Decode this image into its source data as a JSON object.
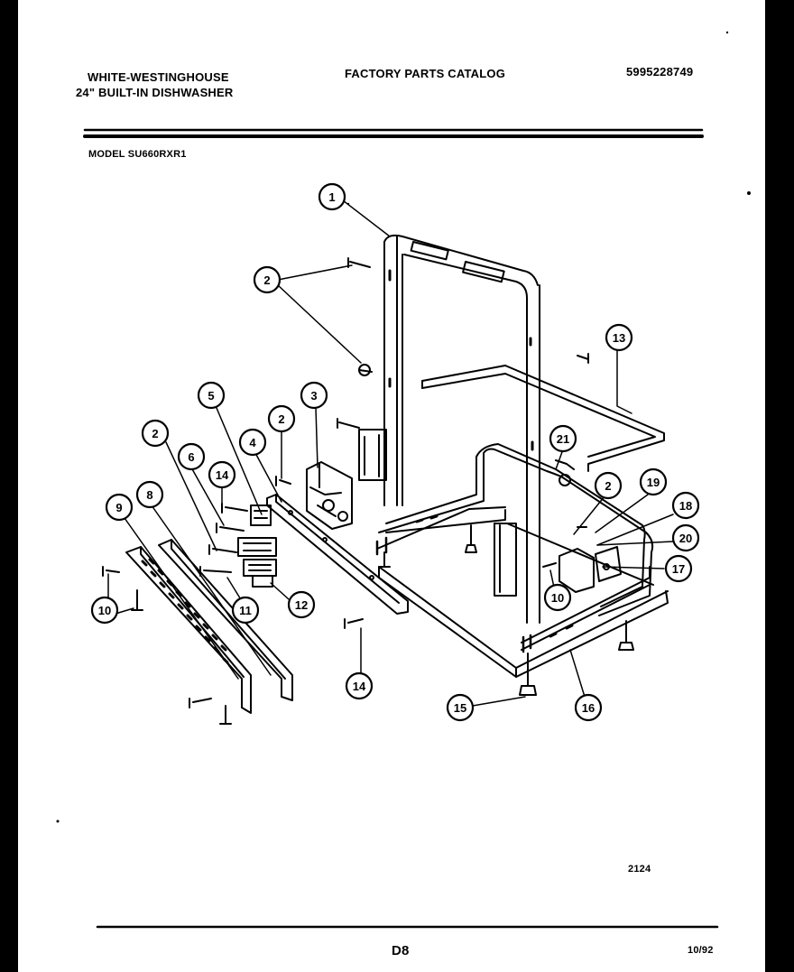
{
  "header": {
    "brand": "WHITE-WESTINGHOUSE",
    "product": "24\" BUILT-IN DISHWASHER",
    "catalog_title": "FACTORY PARTS CATALOG",
    "catalog_number": "5995228749",
    "model": "MODEL SU660RXR1"
  },
  "callouts": [
    "1",
    "2",
    "3",
    "5",
    "2",
    "13",
    "2",
    "6",
    "14",
    "4",
    "21",
    "2",
    "19",
    "18",
    "9",
    "8",
    "20",
    "17",
    "10",
    "11",
    "12",
    "10",
    "14",
    "15",
    "16"
  ],
  "footer": {
    "drawing_number": "2124",
    "page": "D8",
    "date": "10/92"
  },
  "colors": {
    "ink": "#000000",
    "paper": "#ffffff"
  }
}
